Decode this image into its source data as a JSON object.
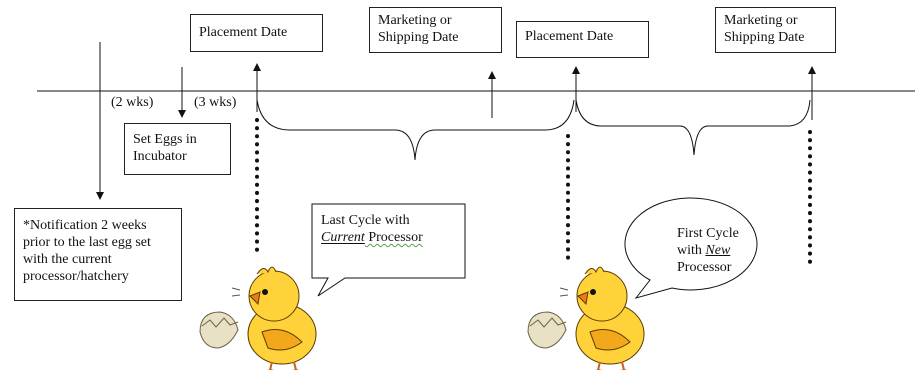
{
  "timeline": {
    "labels": {
      "two_weeks": "(2 wks)",
      "three_weeks": "(3 wks)"
    },
    "placement_1": "Placement Date",
    "marketing_1": [
      "Marketing or",
      "Shipping Date"
    ],
    "placement_2": "Placement Date",
    "marketing_2": [
      "Marketing or",
      "Shipping Date"
    ],
    "set_eggs": [
      "Set Eggs in",
      "Incubator"
    ],
    "notification": [
      "*Notification 2 weeks",
      "prior to the last egg set",
      "with the current",
      "processor/hatchery"
    ]
  },
  "bubbles": {
    "current": {
      "line1": "Last Cycle with",
      "italic_word": "Current",
      "rest": " Processor"
    },
    "new": {
      "line1": "First Cycle",
      "line2_prefix": "with ",
      "italic_word": "New",
      "line3": "Processor"
    }
  },
  "colors": {
    "line": "#111111",
    "chick_body": "#ffd23a",
    "chick_shade": "#f3a81c",
    "beak": "#f07a1a",
    "egg": "#e9e1c6"
  },
  "icons": [
    "chick-icon",
    "eggshell-icon",
    "arrow-up-icon",
    "arrow-down-icon"
  ]
}
